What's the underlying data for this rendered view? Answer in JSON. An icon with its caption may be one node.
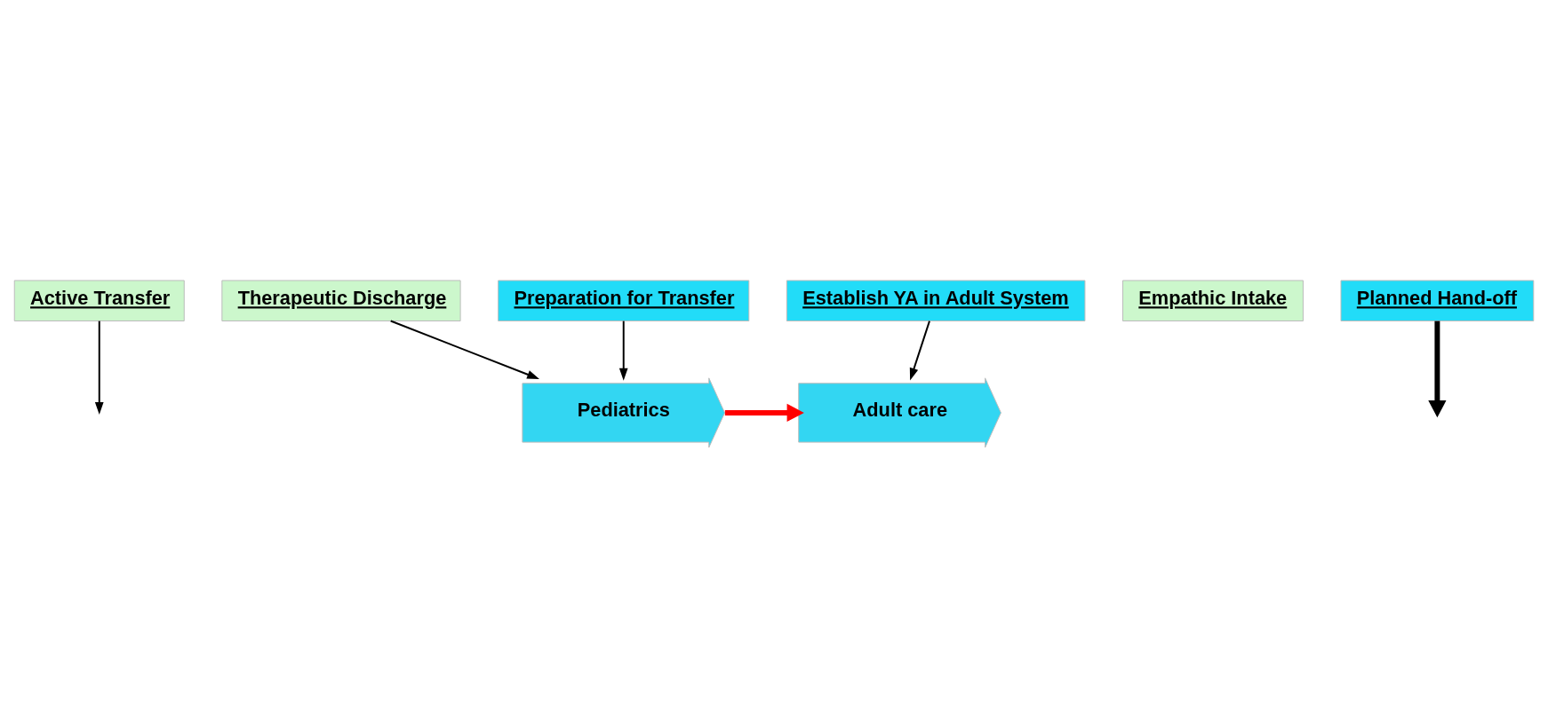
{
  "diagram": {
    "nodes": [
      {
        "text": [
          "Active Transfer"
        ]
      },
      {
        "text": [
          "Therapeutic Discharge"
        ]
      },
      {
        "text": [
          "Empathic Intake"
        ]
      },
      {
        "text": [
          "Pediatrics"
        ]
      },
      {
        "text": [
          "Adult care"
        ]
      },
      {
        "text": [
          "Preparation for Transfer"
        ]
      },
      {
        "text": [
          "Planned Hand-off"
        ]
      },
      {
        "text": [
          "Establish YA in Adult System"
        ]
      }
    ],
    "edges": [
      {
        "from": 0,
        "to": null,
        "arrow": "to"
      },
      {
        "from": 1,
        "to": 3,
        "arrow": "to"
      },
      {
        "from": 3,
        "to": 4,
        "arrow": "to",
        "style": "thick",
        "color": "#ff0000"
      },
      {
        "from": 5,
        "to": 3,
        "arrow": "to"
      },
      {
        "from": 6,
        "to": null,
        "arrow": "to",
        "style": "thick"
      },
      {
        "from": 7,
        "to": 4,
        "arrow": "to"
      }
    ]
  }
}
